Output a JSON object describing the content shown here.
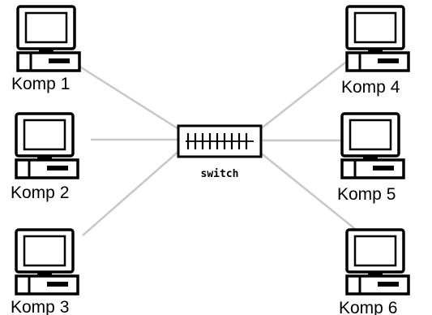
{
  "switch": {
    "label": "switch"
  },
  "computers": [
    {
      "label": "Komp 1"
    },
    {
      "label": "Komp 2"
    },
    {
      "label": "Komp 3"
    },
    {
      "label": "Komp 4"
    },
    {
      "label": "Komp 5"
    },
    {
      "label": "Komp 6"
    }
  ],
  "colors": {
    "link": "#c8c8c8",
    "outline": "#000000",
    "background": "#ffffff"
  },
  "icons": {
    "computer": "desktop-computer-icon",
    "switch": "network-switch-icon"
  }
}
